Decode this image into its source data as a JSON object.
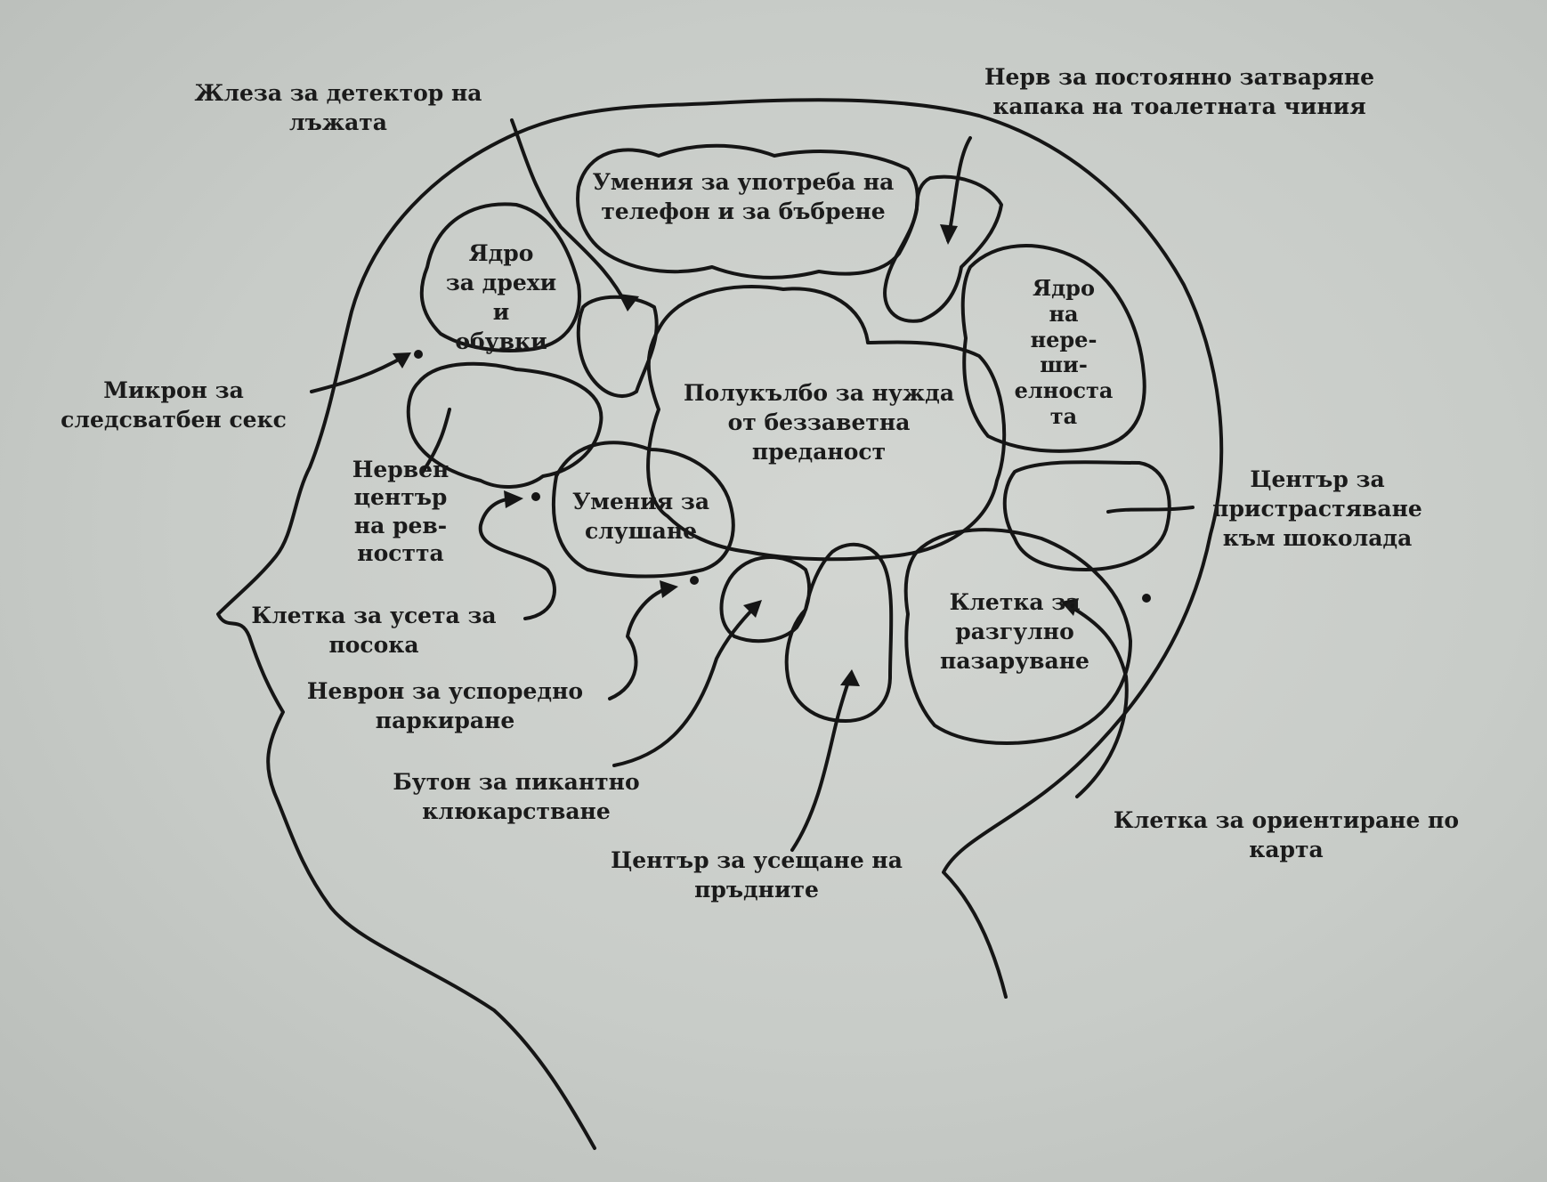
{
  "labels": {
    "lie_detector_gland": "Жлеза за детектор на лъжата",
    "toilet_lid_nerve": "Нерв за постоянно затваряне\nкапака на тоалетната чиния",
    "phone_talk_skills": "Умения за употреба на\nтелефон и за бъбрене",
    "clothes_shoes_core": "Ядро\nза дрехи и\nобувки",
    "indecision_core": "Ядро\nна\nнере-\nши-\nелноста\nта",
    "post_sex_micron": "Микрон за\nследсватбен секс",
    "devotion_hemisphere": "Полукълбо за нужда\nот беззаветна\nпреданост",
    "jealousy_nerve_center": "Нервен\nцентър\nна рев-\nността",
    "listening_skills": "Умения за\nслушане",
    "chocolate_addiction_center": "Център за\nпристрастяване\nкъм шоколада",
    "direction_sense_cell": "Клетка за усета за\nпосока",
    "shopping_spree_cell": "Клетка за\nразгулно\nпазаруване",
    "parallel_parking_neuron": "Неврон за успоредно\nпаркиране",
    "gossip_button": "Бутон за пикантно\nклюкарстване",
    "map_reading_cell": "Клетка за ориентиране по\nкарта",
    "fart_sensing_center": "Център за усещане на\nпръдните"
  },
  "colors": {
    "paper": "#c9cdc9",
    "ink": "#1b1b1b"
  }
}
